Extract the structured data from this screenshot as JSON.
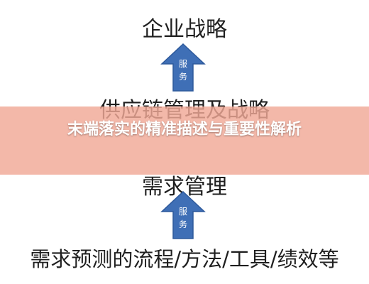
{
  "diagram": {
    "levels": {
      "top": "企业战略",
      "supply": "供应链管理及战略",
      "demand": "需求管理",
      "bottom": "需求预测的流程/方法/工具/绩效等"
    },
    "arrows": {
      "upper": {
        "label_line1": "服",
        "label_line2": "务"
      },
      "lower": {
        "label_line1": "服",
        "label_line2": "务"
      }
    },
    "colors": {
      "arrow_fill": "#3f6fb6",
      "arrow_stroke": "#2e5a9c",
      "banner": "#f0a896",
      "text": "#1f1f1f"
    }
  },
  "banner": {
    "title": "末端落实的精准描述与重要性解析"
  }
}
